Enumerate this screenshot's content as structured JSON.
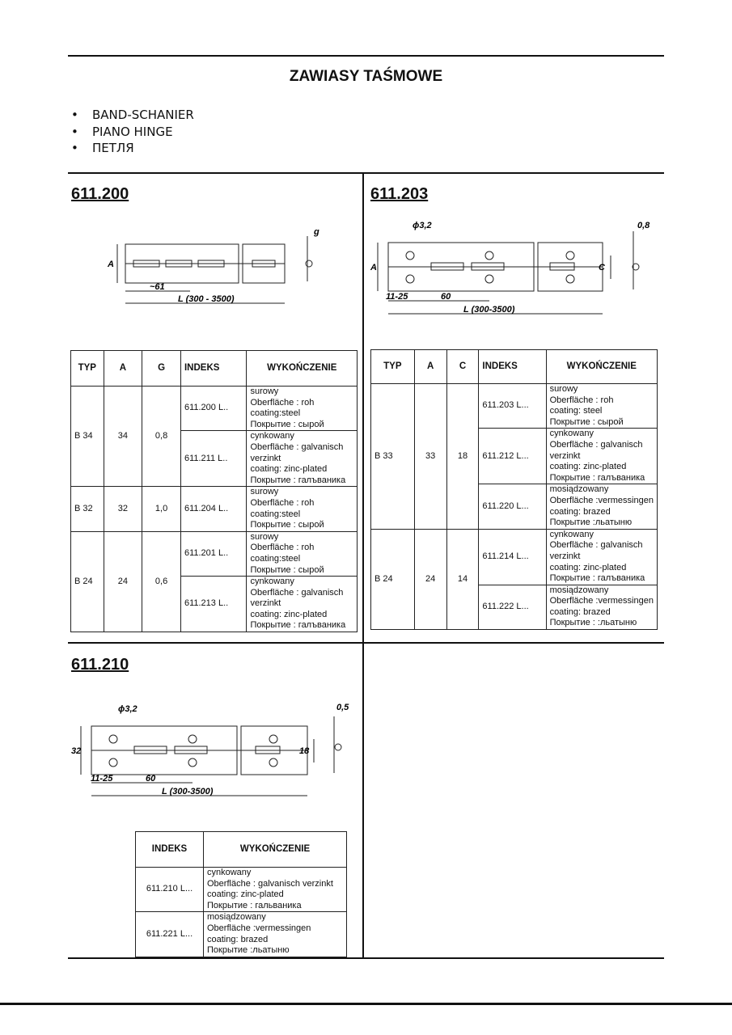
{
  "title": "ZAWIASY TAŚMOWE",
  "bullets": [
    "BAND-SCHANIER",
    "PIANO HINGE",
    "ПЕТЛЯ"
  ],
  "sections": {
    "s1": {
      "code": "611.200",
      "drawing": {
        "a": "A",
        "pitch": "~61",
        "length": "L (300 - 3500)",
        "g": "g"
      },
      "headers": [
        "TYP",
        "A",
        "G",
        "INDEKS",
        "WYKOŃCZENIE"
      ],
      "groups": [
        {
          "typ": "B 34",
          "a": "34",
          "g": "0,8",
          "items": [
            {
              "indeks": "611.200 L..",
              "fin": [
                "surowy",
                "Oberfläche : roh",
                "coating:steel",
                "Покрытие : сырой"
              ]
            },
            {
              "indeks": "611.211 L..",
              "fin": [
                "cynkowany",
                "Oberfläche : galvanisch",
                "verzinkt",
                "coating: zinc-plated",
                "Покрытие : галъваника"
              ]
            }
          ]
        },
        {
          "typ": "B 32",
          "a": "32",
          "g": "1,0",
          "items": [
            {
              "indeks": "611.204 L..",
              "fin": [
                "surowy",
                "Oberfläche : roh",
                "coating:steel",
                "Покрытие : сырой"
              ]
            }
          ]
        },
        {
          "typ": "B 24",
          "a": "24",
          "g": "0,6",
          "items": [
            {
              "indeks": "611.201 L..",
              "fin": [
                "surowy",
                "Oberfläche : roh",
                "coating:steel",
                "Покрытие : сырой"
              ]
            },
            {
              "indeks": "611.213 L..",
              "fin": [
                "cynkowany",
                "Oberfläche : galvanisch",
                "verzinkt",
                "coating: zinc-plated",
                "Покрытие : галъваника"
              ]
            }
          ]
        }
      ]
    },
    "s2": {
      "code": "611.203",
      "drawing": {
        "hole": "ϕ3,2",
        "thickness": "0,8",
        "a": "A",
        "c": "C",
        "edge": "11-25",
        "pitch": "60",
        "length": "L (300-3500)"
      },
      "headers": [
        "TYP",
        "A",
        "C",
        "INDEKS",
        "WYKOŃCZENIE"
      ],
      "groups": [
        {
          "typ": "B 33",
          "a": "33",
          "g": "18",
          "items": [
            {
              "indeks": "611.203 L...",
              "fin": [
                "surowy",
                "Oberfläche : roh",
                "coating: steel",
                "Покрытие : сырой"
              ]
            },
            {
              "indeks": "611.212 L...",
              "fin": [
                "cynkowany",
                "Oberfläche : galvanisch",
                "verzinkt",
                "coating: zinc-plated",
                "Покрытие : галъваника"
              ]
            },
            {
              "indeks": "611.220 L...",
              "fin": [
                "mosiądzowany",
                "Oberfläche :vermessingen",
                "coating: brazed",
                "Покрытие :льатыню"
              ]
            }
          ]
        },
        {
          "typ": "B 24",
          "a": "24",
          "g": "14",
          "items": [
            {
              "indeks": "611.214 L...",
              "fin": [
                "cynkowany",
                "Oberfläche : galvanisch",
                "verzinkt",
                "coating: zinc-plated",
                "Покрытие : галъваника"
              ]
            },
            {
              "indeks": "611.222 L...",
              "fin": [
                "mosiądzowany",
                "Oberfläche :vermessingen",
                "coating: brazed",
                "Покрытие : :льатыню"
              ]
            }
          ]
        }
      ]
    },
    "s3": {
      "code": "611.210",
      "drawing": {
        "hole": "ϕ3,2",
        "thickness": "0,5",
        "a": "32",
        "c": "18",
        "edge": "11-25",
        "pitch": "60",
        "length": "L (300-3500)"
      },
      "headers": [
        "INDEKS",
        "WYKOŃCZENIE"
      ],
      "items": [
        {
          "indeks": "611.210 L...",
          "fin": [
            "cynkowany",
            "Oberfläche : galvanisch verzinkt",
            "coating: zinc-plated",
            "Покрытие : гальваника"
          ]
        },
        {
          "indeks": "611.221 L...",
          "fin": [
            "mosiądzowany",
            "Oberfläche :vermessingen",
            "coating: brazed",
            "Покрытие :льатыню"
          ]
        }
      ]
    }
  }
}
